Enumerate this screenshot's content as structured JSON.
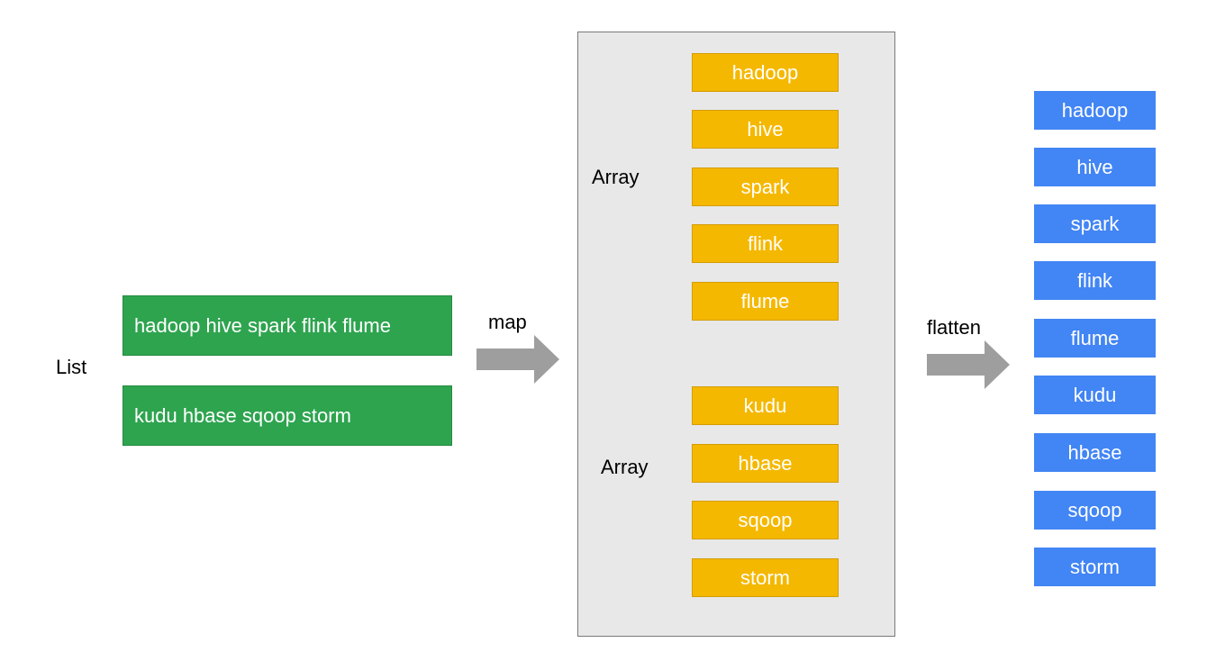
{
  "list_label": "List",
  "list_rows": [
    "hadoop hive spark flink flume",
    "kudu hbase sqoop storm"
  ],
  "map_label": "map",
  "arrays": [
    {
      "label": "Array",
      "items": [
        "hadoop",
        "hive",
        "spark",
        "flink",
        "flume"
      ]
    },
    {
      "label": "Array",
      "items": [
        "kudu",
        "hbase",
        "sqoop",
        "storm"
      ]
    }
  ],
  "flatten_label": "flatten",
  "flattened": [
    "hadoop",
    "hive",
    "spark",
    "flink",
    "flume",
    "kudu",
    "hbase",
    "sqoop",
    "storm"
  ],
  "colors": {
    "list_row": "#2ea44f",
    "array_item": "#f5b800",
    "flat_item": "#4285f4",
    "panel": "#e8e8e8",
    "arrow": "#9e9e9e"
  }
}
